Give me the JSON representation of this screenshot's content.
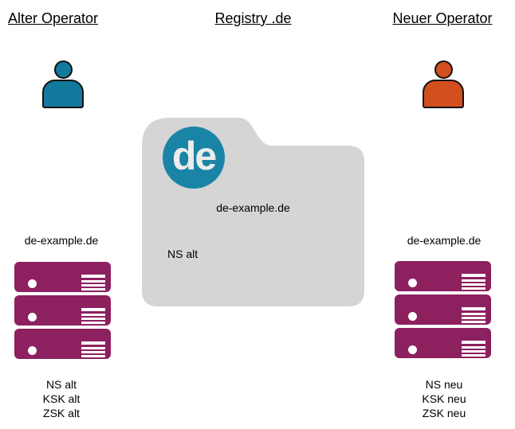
{
  "colors": {
    "old_operator": "#127a9d",
    "new_operator": "#d34f1d",
    "server": "#8d205f",
    "folder": "#d5d5d5",
    "logo_circle": "#1a84a6"
  },
  "headers": {
    "old": "Alter Operator",
    "registry": "Registry .de",
    "new": "Neuer Operator"
  },
  "old_operator": {
    "domain": "de-example.de",
    "records": [
      "NS alt",
      "KSK alt",
      "ZSK alt"
    ]
  },
  "registry": {
    "logo": "de",
    "domain": "de-example.de",
    "ns_record": "NS alt"
  },
  "new_operator": {
    "domain": "de-example.de",
    "records": [
      "NS neu",
      "KSK neu",
      "ZSK neu"
    ]
  }
}
